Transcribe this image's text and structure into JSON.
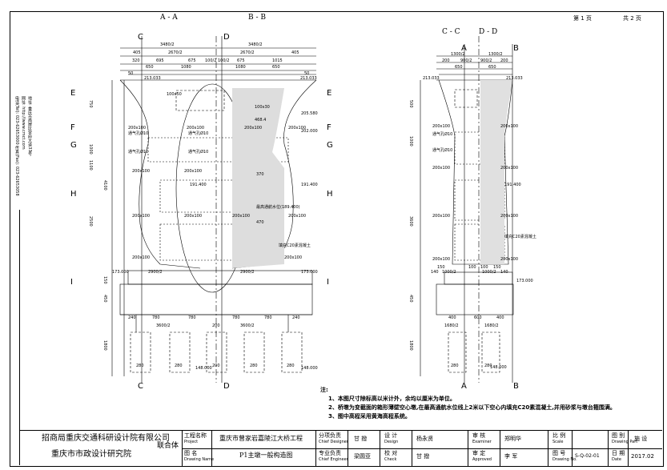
{
  "page": {
    "sheet_no": "第 1 页",
    "sheet_total": "共 2 页"
  },
  "left_drawing": {
    "title_left": "A - A",
    "title_right": "B - B",
    "dims_top": [
      "3480/2",
      "3480/2",
      "2670/2",
      "2670/2",
      "405",
      "405",
      "320",
      "695",
      "675",
      "100/2",
      "100/2",
      "675",
      "1015",
      "650",
      "1080",
      "1080",
      "650",
      "50",
      "50"
    ],
    "cuts": [
      "C",
      "D",
      "C",
      "D",
      "E",
      "E",
      "F",
      "F",
      "G",
      "G",
      "H",
      "H",
      "I",
      "I"
    ],
    "elev": [
      "213.033",
      "213.033",
      "205.580",
      "202.000",
      "191.400",
      "191.400",
      "173.000",
      "173.000",
      "148.000",
      "148.000"
    ],
    "labels": [
      "通气孔Ø10",
      "通气孔Ø10",
      "通气孔Ø10",
      "通气孔Ø10",
      "200x100",
      "200x100",
      "200x100",
      "200x100",
      "200x100",
      "200x100",
      "200x100",
      "200x100",
      "200x100",
      "200x100",
      "200x100",
      "200x100",
      "100x50",
      "100x30",
      "468.4",
      "370",
      "470",
      "最高通航水位(189.400)",
      "填充C20素混凝土",
      "2900/2",
      "2900/2",
      "3600/2",
      "3600/2",
      "780",
      "780",
      "780",
      "780",
      "240",
      "240",
      "280",
      "280",
      "280",
      "280",
      "200",
      "200"
    ],
    "vertical_dims": [
      "750",
      "1000",
      "1100",
      "4100",
      "2500",
      "450",
      "1800",
      "150"
    ]
  },
  "right_drawing": {
    "title_left": "C - C",
    "title_right": "D - D",
    "cuts": [
      "A",
      "B",
      "A",
      "B"
    ],
    "dims_top": [
      "1300/2",
      "1300/2",
      "200",
      "900/2",
      "900/2",
      "200",
      "650",
      "650"
    ],
    "elev": [
      "213.033",
      "213.033",
      "191.400",
      "173.000",
      "148.000"
    ],
    "labels": [
      "200x100",
      "200x100",
      "200x100",
      "200x100",
      "200x100",
      "200x100",
      "200x100",
      "200x100",
      "通气孔Ø10",
      "通气孔Ø10",
      "填充C20素混凝土",
      "1000/2",
      "1000/2",
      "1680/2",
      "1680/2",
      "400",
      "600",
      "400",
      "280",
      "280",
      "140",
      "140",
      "150",
      "150",
      "100",
      "100"
    ],
    "vertical_dims": [
      "500",
      "1000",
      "3600",
      "450",
      "1800"
    ]
  },
  "notes": {
    "title": "注:",
    "items": [
      "1、本图尺寸除标高以米计外，余均以厘米为单位。",
      "2、桥墩为变截面的箱形薄壁空心墩,在最高通航水位线上2米以下空心内填充C20素混凝土,并用砂浆与墩台箍围满。",
      "3、图中高程采用黄海高程系统。"
    ]
  },
  "side_text": {
    "contact": "电话(Tel): 023-62653000 传真(Fax): 023-62653058",
    "web": "网址: http://www.cmct.com",
    "addr": "地址: 重庆市南岸区学府大道33号"
  },
  "title_block": {
    "company1": "招商局重庆交通科研设计院有限公司",
    "company2": "重庆市市政设计研究院",
    "joint": "联合体",
    "project_label": "工程名称",
    "project_label_en": "Project",
    "project": "重庆市曾家岩嘉陵江大桥工程",
    "drawing_label": "图 名",
    "drawing_label_en": "Drawing Name",
    "drawing": "P1主墩一般构造图",
    "r1": [
      "分项负责",
      "甘 撥",
      "设 计",
      "杨永贤",
      "审 核",
      "郑明华",
      "比 例",
      "",
      "图 别",
      "施 设"
    ],
    "r2": [
      "专业负责",
      "梁圆亚",
      "校 对",
      "甘 撥",
      "审 定",
      "李 军",
      "图 号",
      "S-Q-02-01",
      "日 期",
      "2017.02"
    ],
    "r1_en": [
      "Chief Designer",
      "",
      "Design",
      "",
      "Examiner",
      "",
      "Scale",
      "",
      "Drawing Part",
      ""
    ],
    "r2_en": [
      "Chief Engineer",
      "",
      "Check",
      "",
      "Approved",
      "",
      "Drawing No.",
      "",
      "Date",
      ""
    ]
  }
}
